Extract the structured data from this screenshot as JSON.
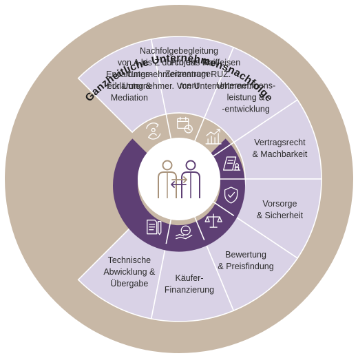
{
  "title": "Ganzheitliche Unternehmensnachfolge",
  "top_text": [
    "Nachfolgebegleitung",
    "von A bis Z durch das Raiffeisen",
    "Unternehmerzentrum RUZ.",
    "Für Unternehmer. Von Unternehmern."
  ],
  "segments": [
    {
      "lines": [
        "Erwartungs-",
        "erklärung &",
        "Mediation"
      ],
      "icon": "mediation-cycle-icon"
    },
    {
      "lines": [
        "Projekt- &",
        "Zeitmanage-",
        "ment"
      ],
      "icon": "calendar-clock-icon"
    },
    {
      "lines": [
        "Unternehmens-",
        "leistung &",
        "-entwicklung"
      ],
      "icon": "growth-chart-icon"
    },
    {
      "lines": [
        "Vertragsrecht",
        "& Machbarkeit"
      ],
      "icon": "contract-stamp-icon"
    },
    {
      "lines": [
        "Vorsorge",
        "& Sicherheit"
      ],
      "icon": "shield-check-icon"
    },
    {
      "lines": [
        "Bewertung",
        "& Preisfindung"
      ],
      "icon": "scale-icon"
    },
    {
      "lines": [
        "Käufer-",
        "Finanzierung"
      ],
      "icon": "coin-hand-icon"
    },
    {
      "lines": [
        "Technische",
        "Abwicklung &",
        "Übergabe"
      ],
      "icon": "documents-pen-icon"
    }
  ],
  "center_icon": "handover-people-icon",
  "colors": {
    "outer_ring": "#c8b8a6",
    "top_panel": "#c8b8a6",
    "segment_fill": "#d9d2e6",
    "inner_ring": "#5e3f74",
    "center": "#ffffff",
    "center_icon_brown": "#a8927a",
    "center_icon_purple": "#5e3f74"
  }
}
